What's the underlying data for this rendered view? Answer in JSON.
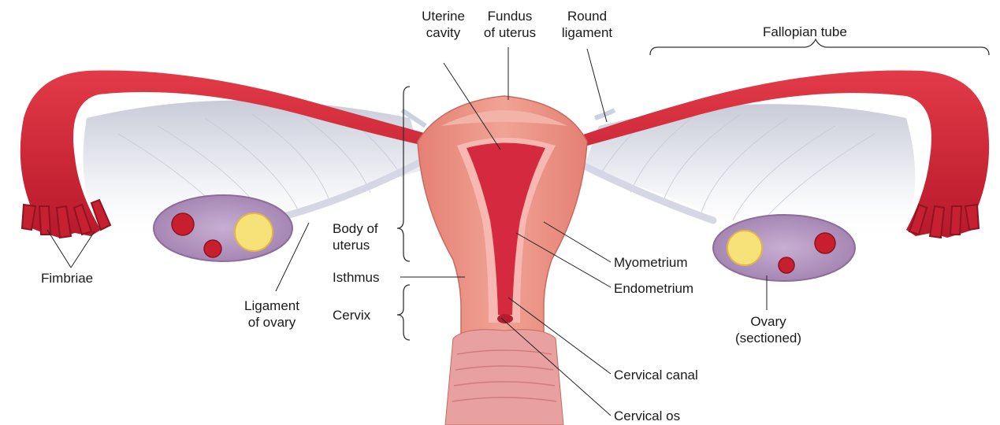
{
  "labels": {
    "uterine_cavity": "Uterine\ncavity",
    "fundus": "Fundus\nof uterus",
    "round_ligament": "Round\nligament",
    "fallopian_tube": "Fallopian tube",
    "fimbriae": "Fimbriae",
    "body_of_uterus": "Body of\nuterus",
    "isthmus": "Isthmus",
    "cervix": "Cervix",
    "ligament_of_ovary": "Ligament\nof ovary",
    "myometrium": "Myometrium",
    "endometrium": "Endometrium",
    "ovary_sectioned": "Ovary\n(sectioned)",
    "cervical_canal": "Cervical canal",
    "cervical_os": "Cervical os"
  },
  "colors": {
    "tube": "#d32636",
    "tube_dark": "#a81828",
    "uterus": "#e98a7e",
    "uterus_light": "#f1a89b",
    "cavity": "#d4293f",
    "endometrium": "#f6b8b0",
    "ovary": "#b79ac2",
    "ligament": "#dfe2ec",
    "follicle": "#c81f2e",
    "corpus": "#f7e27a"
  }
}
